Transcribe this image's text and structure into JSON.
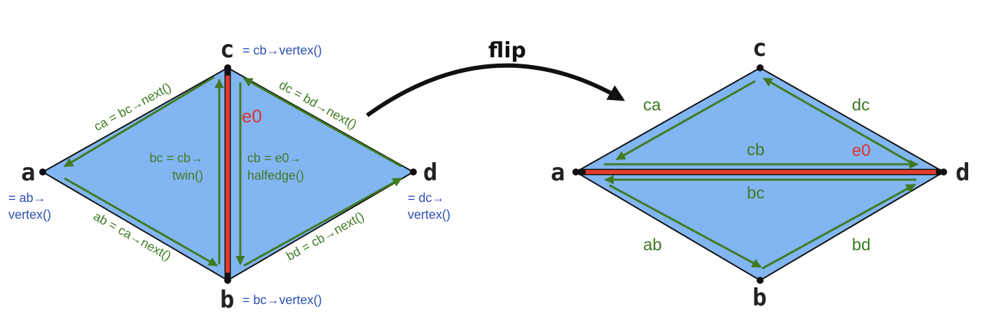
{
  "before": {
    "vertices": {
      "a": "a",
      "b": "b",
      "c": "c",
      "d": "d"
    },
    "vertex_annotations": {
      "c": "= cb→vertex()",
      "b": "= bc→vertex()",
      "a_line1": "= ab→",
      "a_line2": "vertex()",
      "d_line1": "= dc→",
      "d_line2": "vertex()"
    },
    "edge_label": "e0",
    "halfedges": {
      "ca": "ca = bc→next()",
      "dc": "dc = bd→next()",
      "ab": "ab = ca→next()",
      "bd": "bd = cb→next()",
      "bc_line1": "bc = cb→",
      "bc_line2": "twin()",
      "cb_line1": "cb = e0→",
      "cb_line2": "halfedge()"
    }
  },
  "transition": {
    "label": "flip"
  },
  "after": {
    "vertices": {
      "a": "a",
      "b": "b",
      "c": "c",
      "d": "d"
    },
    "edge_label": "e0",
    "halfedges": {
      "ca": "ca",
      "dc": "dc",
      "cb": "cb",
      "bc": "bc",
      "ab": "ab",
      "bd": "bd"
    }
  },
  "colors": {
    "face_fill": "#82b6f2",
    "outline": "#111111",
    "edge_highlight": "#e23a2c",
    "halfedge_arrow": "#3f7a22",
    "annotation_blue": "#2e4fb3"
  }
}
